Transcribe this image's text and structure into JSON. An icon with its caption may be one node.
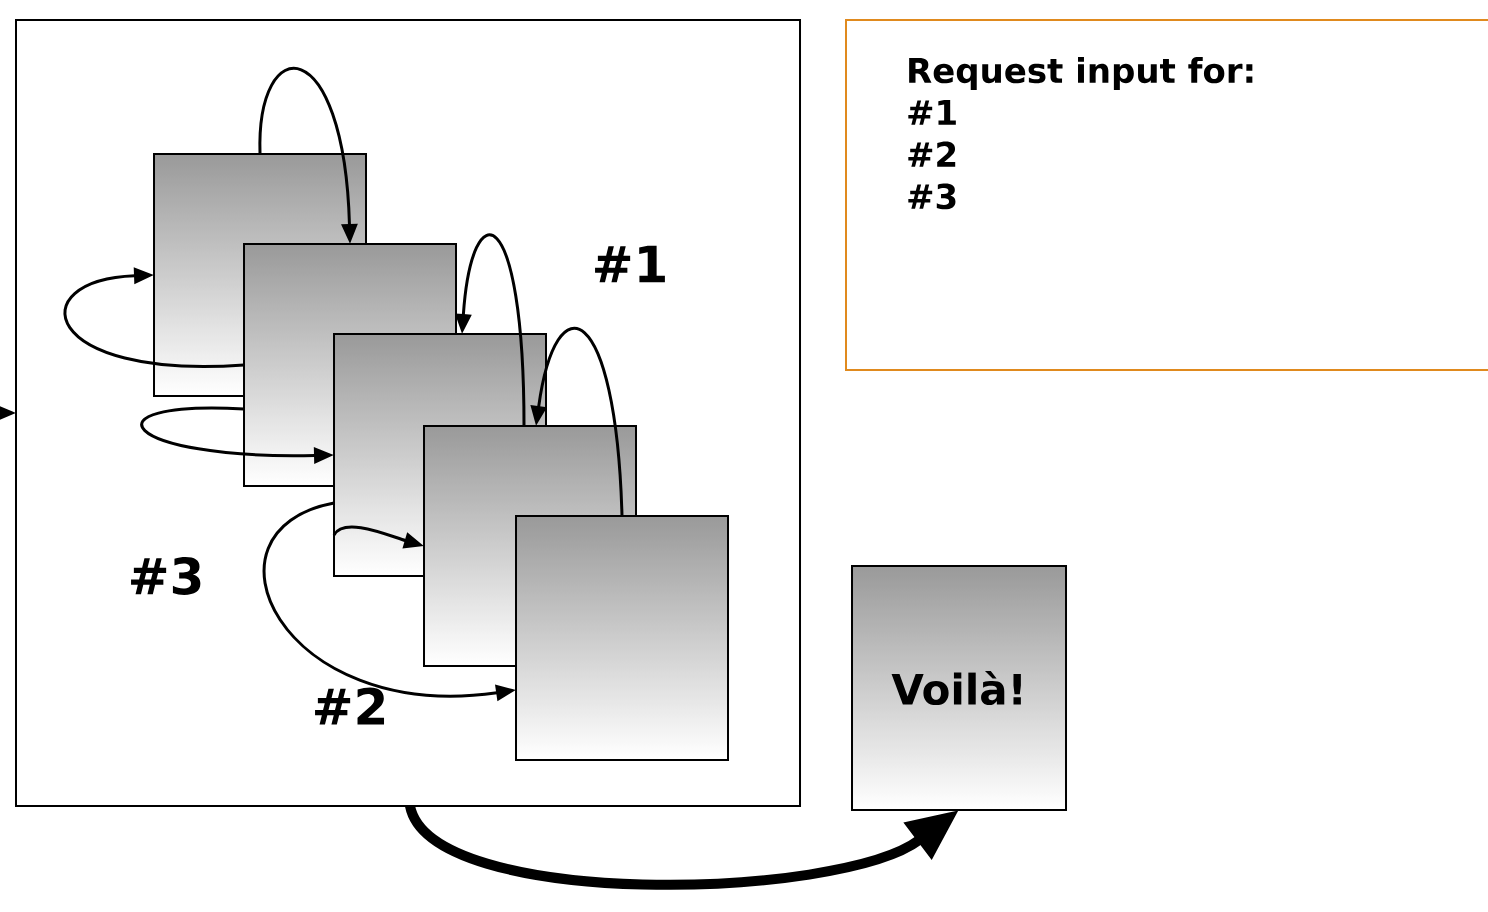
{
  "diagram": {
    "nodes": [
      {
        "text": [],
        "shape": "box"
      },
      {
        "text": [],
        "shape": "box",
        "in": 0
      },
      {
        "text": [],
        "shape": "box",
        "in": 0
      },
      {
        "text": [],
        "shape": "box",
        "in": 0
      },
      {
        "text": [],
        "shape": "box",
        "in": 0
      },
      {
        "text": [],
        "shape": "box",
        "in": 0
      },
      {
        "text": [
          "Voilà!"
        ]
      },
      {
        "text": [
          "Request input for:",
          "#1",
          "#2",
          "#3"
        ]
      }
    ],
    "edges": [
      {
        "from": 1,
        "to": 2,
        "arrow": "to"
      },
      {
        "from": 4,
        "to": 3,
        "arrow": "to"
      },
      {
        "from": 5,
        "to": 4,
        "arrow": "to"
      },
      {
        "from": 2,
        "to": 1,
        "arrow": "to"
      },
      {
        "from": 2,
        "to": 3,
        "arrow": "to"
      },
      {
        "from": 3,
        "to": 4,
        "arrow": "to"
      },
      {
        "from": 3,
        "to": 5,
        "arrow": "to"
      },
      {
        "from": 0,
        "to": 6,
        "arrow": "to",
        "style": "thick"
      },
      {
        "from": null,
        "to": 0,
        "arrow": "to"
      }
    ],
    "labels": [
      "#1",
      "#3",
      "#2"
    ]
  }
}
